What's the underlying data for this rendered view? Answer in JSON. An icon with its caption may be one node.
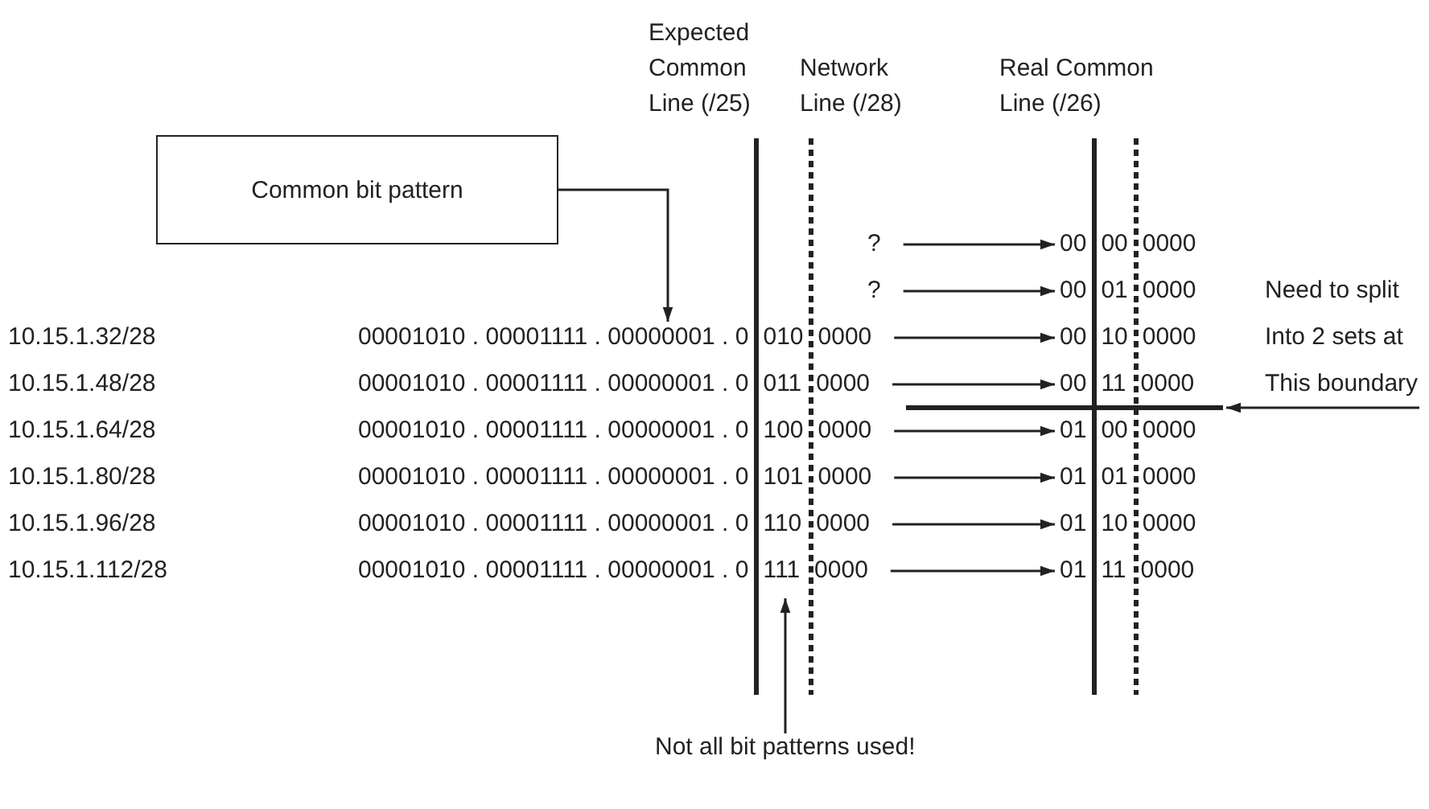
{
  "diagram": {
    "nodes": [
      {
        "text": [
          "Common bit pattern"
        ]
      },
      {
        "text": [
          "?"
        ]
      },
      {
        "text": [
          "?"
        ]
      },
      {
        "text": [
          "00001010 . 00001111 . 00000001 . 0 010 0000"
        ]
      },
      {
        "text": [
          "00001010 . 00001111 . 00000001 . 0 011 0000"
        ]
      },
      {
        "text": [
          "00001010 . 00001111 . 00000001 . 0 100 0000"
        ]
      },
      {
        "text": [
          "00001010 . 00001111 . 00000001 . 0 101 0000"
        ]
      },
      {
        "text": [
          "00001010 . 00001111 . 00000001 . 0 110 0000"
        ]
      },
      {
        "text": [
          "00001010 . 00001111 . 00000001 . 0 111 0000"
        ]
      },
      {
        "text": [
          "00 00 0000"
        ]
      },
      {
        "text": [
          "00 01 0000"
        ]
      },
      {
        "text": [
          "00 10 0000"
        ]
      },
      {
        "text": [
          "00 11 0000"
        ]
      },
      {
        "text": [
          "01 00 0000"
        ]
      },
      {
        "text": [
          "01 01 0000"
        ]
      },
      {
        "text": [
          "01 10 0000"
        ]
      },
      {
        "text": [
          "01 11 0000"
        ]
      },
      {
        "text": [
          "Need to split Into 2 sets at This boundary"
        ]
      },
      {
        "text": [
          "Not all bit patterns used!"
        ]
      },
      {
        "text": [],
        "shape": "bar"
      }
    ],
    "edges": [
      {
        "from": 0,
        "to": 3,
        "arrow": "to"
      },
      {
        "from": 1,
        "to": 9,
        "arrow": "to"
      },
      {
        "from": 2,
        "to": 10,
        "arrow": "to"
      },
      {
        "from": 3,
        "to": 11,
        "arrow": "to"
      },
      {
        "from": 4,
        "to": 12,
        "arrow": "to"
      },
      {
        "from": 5,
        "to": 13,
        "arrow": "to"
      },
      {
        "from": 6,
        "to": 14,
        "arrow": "to"
      },
      {
        "from": 7,
        "to": 15,
        "arrow": "to"
      },
      {
        "from": 8,
        "to": 16,
        "arrow": "to"
      },
      {
        "from": 17,
        "to": 19,
        "arrow": "to"
      },
      {
        "from": 18,
        "to": 8,
        "arrow": "to"
      }
    ],
    "labels": [
      "Expected Common Line (/25)",
      "Network Line (/28)",
      "Real Common Line (/26)",
      "10.15.1.32/28",
      "10.15.1.48/28",
      "10.15.1.64/28",
      "10.15.1.80/28",
      "10.15.1.96/28",
      "10.15.1.112/28"
    ]
  }
}
